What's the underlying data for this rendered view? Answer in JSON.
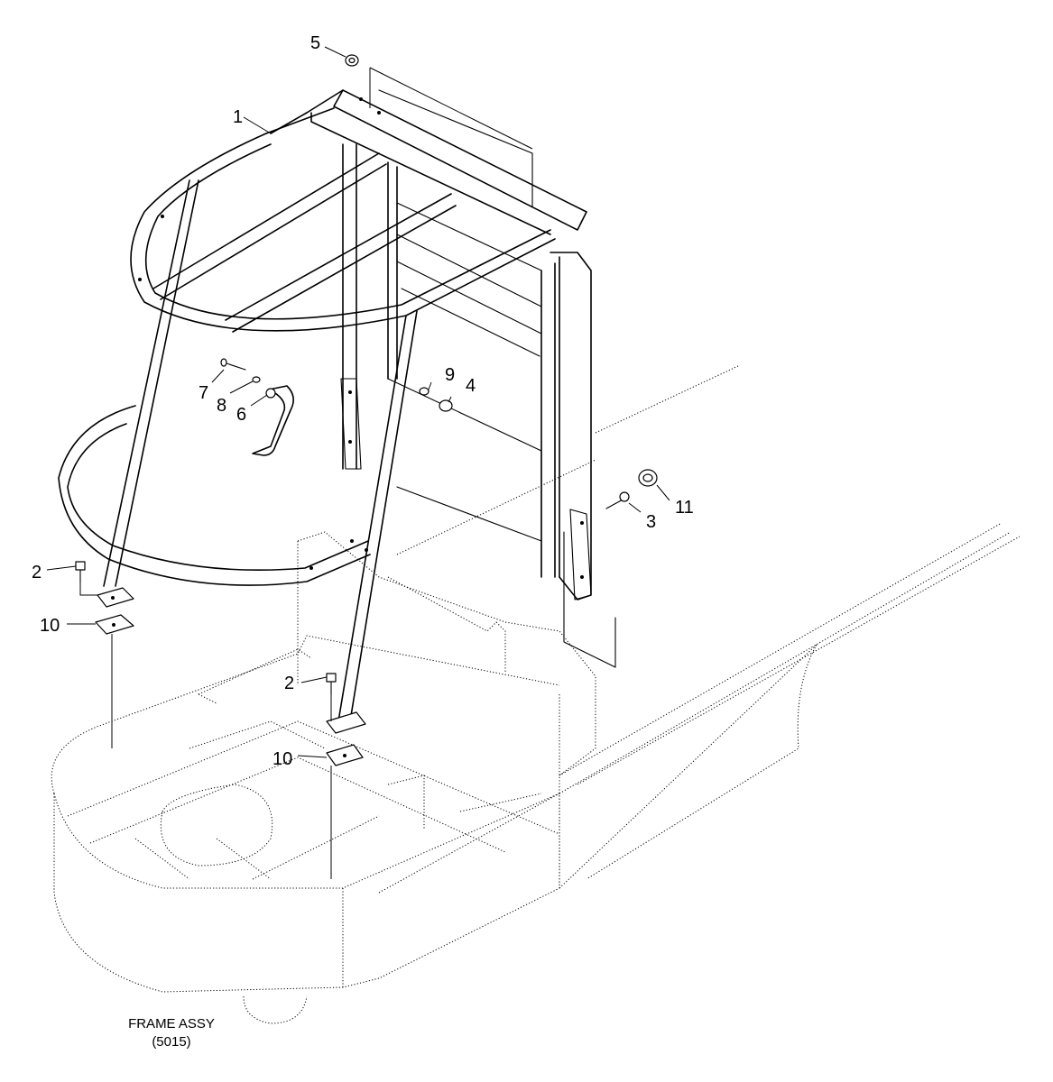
{
  "callouts": {
    "c1": "1",
    "c2a": "2",
    "c2b": "2",
    "c3": "3",
    "c4": "4",
    "c5": "5",
    "c6": "6",
    "c7": "7",
    "c8": "8",
    "c9": "9",
    "c10a": "10",
    "c10b": "10",
    "c11": "11"
  },
  "caption": {
    "line1": "FRAME ASSY",
    "line2": "(5015)"
  }
}
